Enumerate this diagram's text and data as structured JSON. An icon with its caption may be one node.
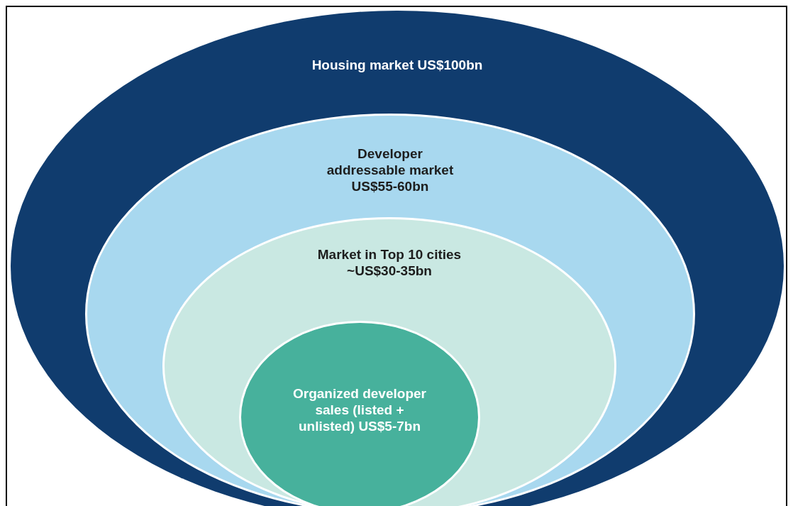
{
  "diagram": {
    "nodes": [
      {
        "text": [
          "Housing market US$100bn"
        ]
      },
      {
        "text": [
          "Developer addressable market US$55-60bn"
        ],
        "in": 0
      },
      {
        "text": [
          "Market in Top 10 cities ~US$30-35bn"
        ],
        "in": 1
      },
      {
        "text": [
          "Organized developer sales (listed + unlisted) US$5-7bn"
        ],
        "in": 2
      }
    ]
  }
}
